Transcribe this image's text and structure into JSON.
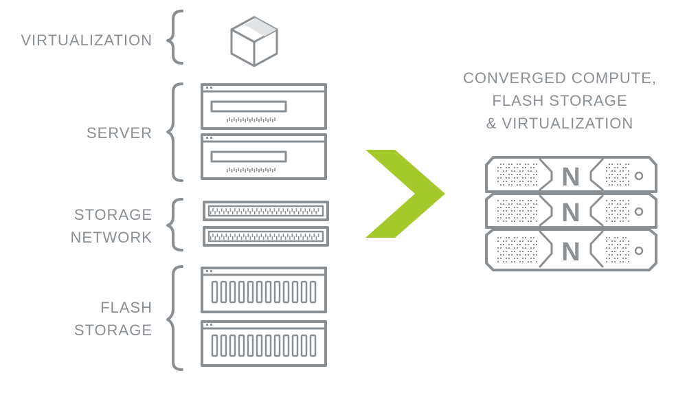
{
  "labels": {
    "virtualization": "VIRTUALIZATION",
    "server": "SERVER",
    "storage_network": [
      "STORAGE",
      "NETWORK"
    ],
    "flash_storage": [
      "FLASH",
      "STORAGE"
    ]
  },
  "result_title": [
    "CONVERGED COMPUTE,",
    "FLASH STORAGE",
    "& VIRTUALIZATION"
  ],
  "colors": {
    "gray": "#8a8f94",
    "green": "#a5c82b"
  },
  "icons": {
    "virtualization": "cube-icon",
    "server": "server-rack-icon",
    "network": "network-switch-icon",
    "flash": "flash-storage-icon",
    "converged": "converged-node-icon",
    "arrow": "chevron-right-icon"
  },
  "node_letter": "N"
}
